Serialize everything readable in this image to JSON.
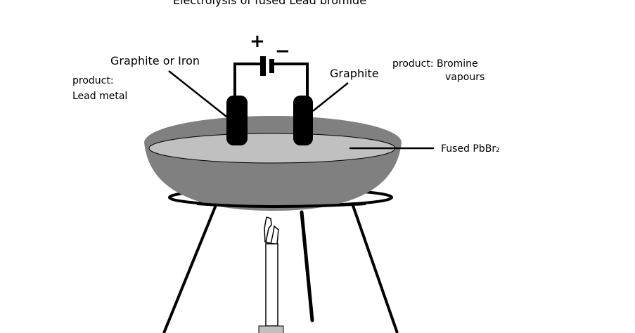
{
  "title": "Electrolysis of fused Lead bromide",
  "labels": {
    "anode_material": "Graphite or Iron",
    "anode_product_label": "product:",
    "anode_product": "Lead metal",
    "cathode_material": "Graphite",
    "cathode_product_label": "product: Bromine",
    "cathode_product_line2": "vapours",
    "electrolyte": "Fused PbBr₂",
    "plus": "+",
    "minus": "−"
  },
  "colors": {
    "bowl": "#808080",
    "liquid": "#c0c0c0",
    "electrode": "#000000"
  }
}
